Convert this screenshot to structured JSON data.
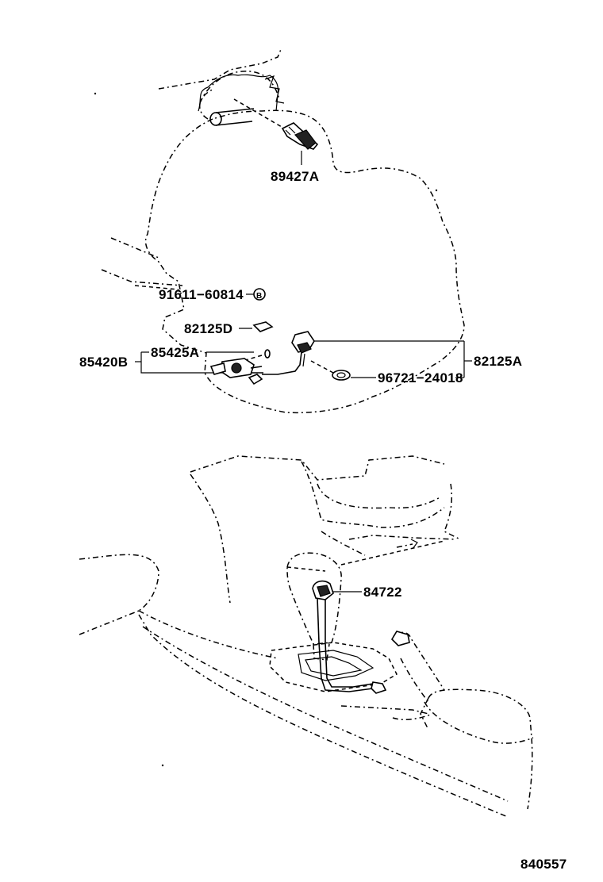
{
  "parts": {
    "p89427A": "89427A",
    "p91611": "91611−60814",
    "p82125D": "82125D",
    "p85420B": "85420B",
    "p85425A": "85425A",
    "p82125A": "82125A",
    "p96721": "96721−24018",
    "p84722": "84722"
  },
  "figure_number": "840557"
}
